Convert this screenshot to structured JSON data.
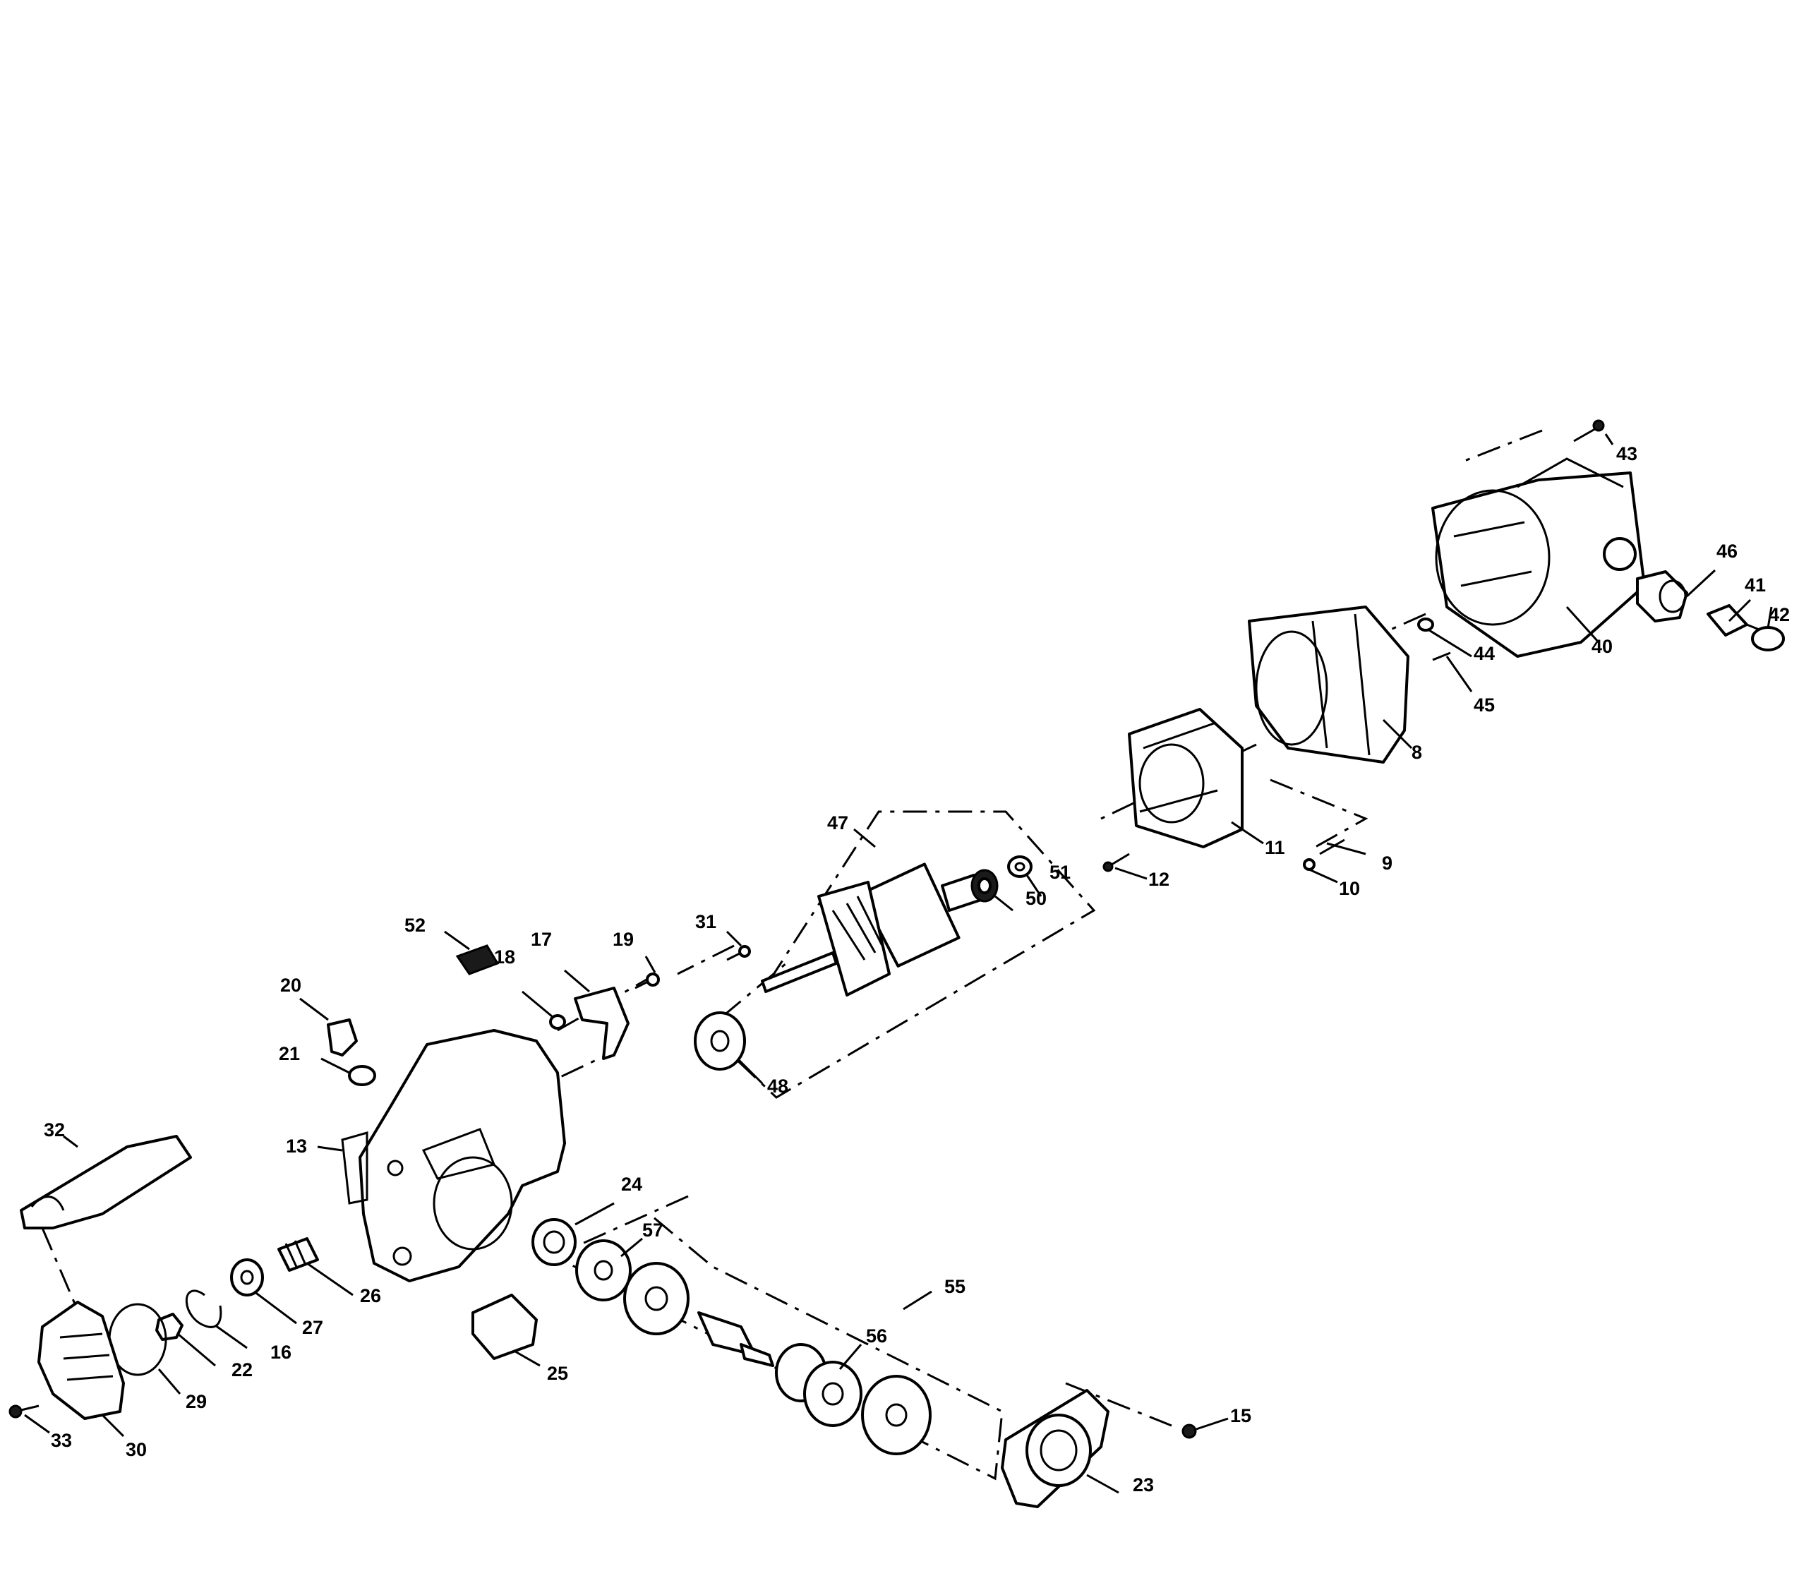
{
  "labels": [
    "43",
    "46",
    "41",
    "42",
    "40",
    "44",
    "45",
    "8",
    "11",
    "9",
    "10",
    "12",
    "47",
    "51",
    "50",
    "31",
    "19",
    "17",
    "18",
    "52",
    "20",
    "21",
    "48",
    "13",
    "32",
    "24",
    "57",
    "55",
    "56",
    "26",
    "27",
    "16",
    "22",
    "29",
    "30",
    "33",
    "25",
    "15",
    "23"
  ]
}
